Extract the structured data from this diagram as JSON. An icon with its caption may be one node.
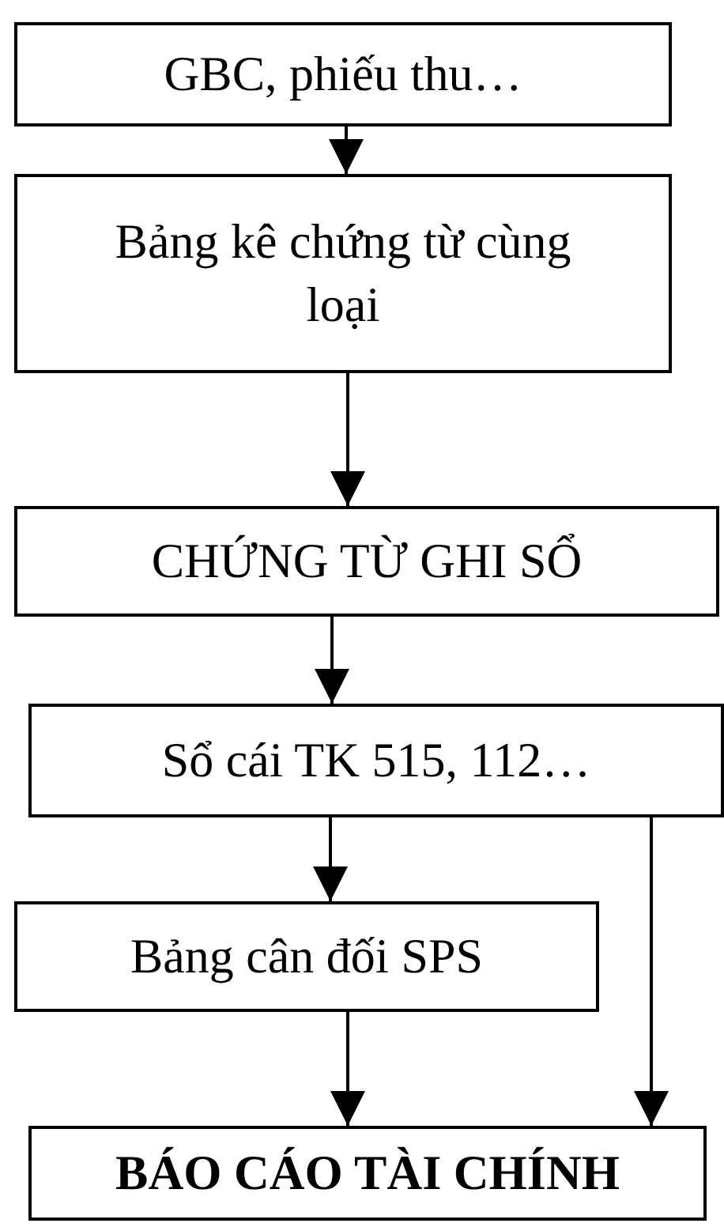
{
  "diagram": {
    "nodes": [
      {
        "text": [
          "GBC, phiếu thu…"
        ]
      },
      {
        "text": [
          "Bảng kê chứng từ cùng loại"
        ]
      },
      {
        "text": [
          "CHỨNG TỪ GHI SỔ"
        ]
      },
      {
        "text": [
          "Sổ cái TK 515, 112…"
        ]
      },
      {
        "text": [
          "Bảng cân đối SPS"
        ]
      },
      {
        "text": [
          "BÁO CÁO TÀI CHÍNH"
        ]
      }
    ],
    "edges": [
      {
        "from": 0,
        "to": 1,
        "arrow": "to"
      },
      {
        "from": 1,
        "to": 2,
        "arrow": "to"
      },
      {
        "from": 2,
        "to": 3,
        "arrow": "to"
      },
      {
        "from": 3,
        "to": 4,
        "arrow": "to"
      },
      {
        "from": 4,
        "to": 5,
        "arrow": "to"
      },
      {
        "from": 3,
        "to": 5,
        "arrow": "to"
      }
    ]
  }
}
